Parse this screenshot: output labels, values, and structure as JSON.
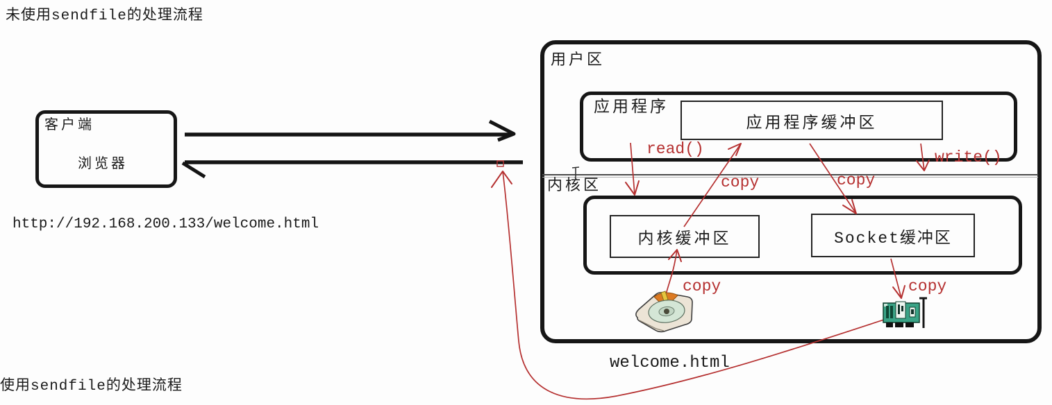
{
  "diagram": {
    "title_top": "未使用sendfile的处理流程",
    "title_bottom": "使用sendfile的处理流程",
    "client": {
      "box_label": "客户端",
      "browser_label": "浏览器",
      "request_url": "http://192.168.200.133/welcome.html"
    },
    "server": {
      "user_area_label": "用户区",
      "kernel_area_label": "内核区",
      "application_label": "应用程序",
      "application_buffer_label": "应用程序缓冲区",
      "kernel_buffer_label": "内核缓冲区",
      "socket_buffer_label": "Socket缓冲区"
    },
    "annotations": {
      "read_call": "read()",
      "write_call": "write()",
      "copy_kernel_to_app": "copy",
      "copy_app_to_socket": "copy",
      "copy_disk_to_kernel": "copy",
      "copy_socket_to_nic": "copy"
    },
    "file_name": "welcome.html",
    "colors": {
      "annotation_red": "#b53030",
      "box_border": "#161616",
      "divider_gray": "#4a4a4a"
    }
  }
}
